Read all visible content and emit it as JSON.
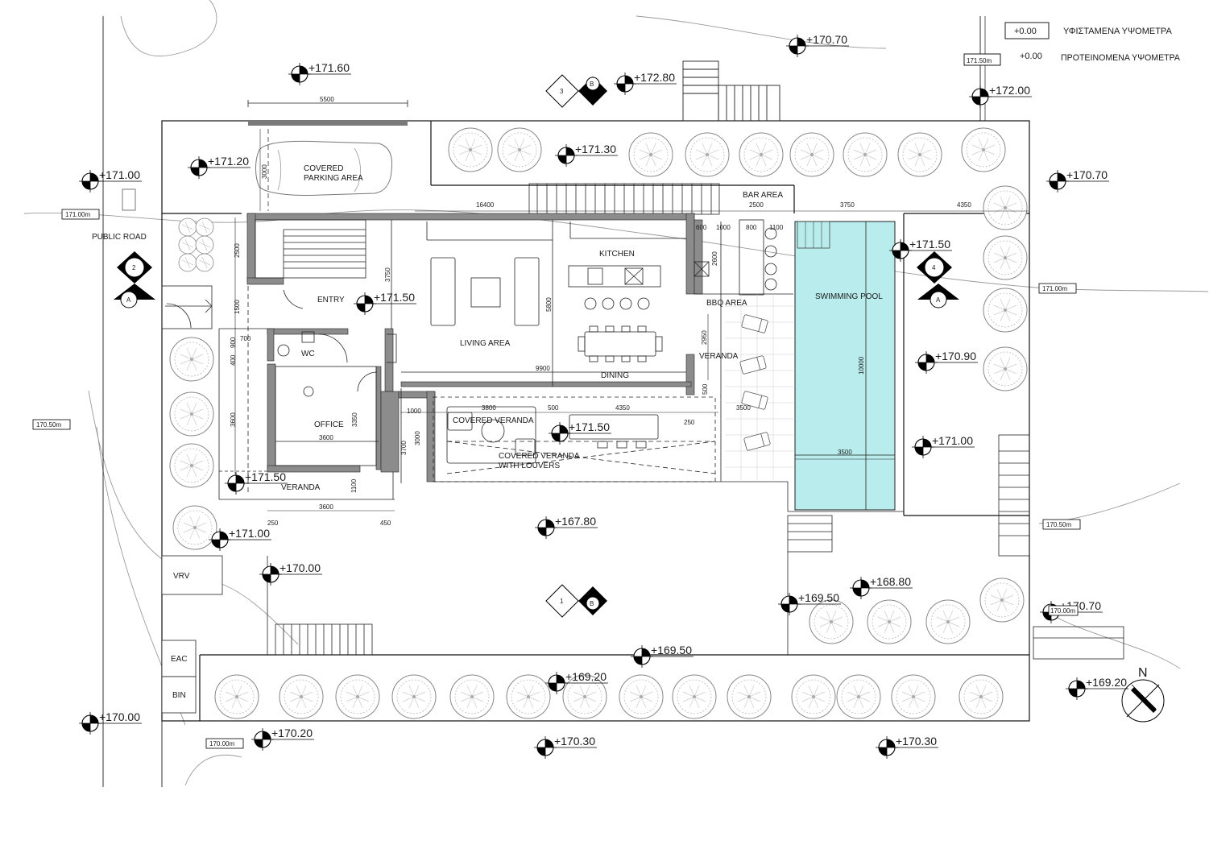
{
  "legend": {
    "existing_box": "+0.00",
    "existing_label": "ΥΦΙΣΤΑΜΕΝΑ ΥΨΟΜΕΤΡΑ",
    "proposed_box": "171.50m",
    "proposed_value": "+0.00",
    "proposed_label": "ΠΡΟΤΕΙΝΟΜΕΝΑ ΥΨΟΜΕΤΡΑ"
  },
  "rooms": {
    "covered_parking_1": "COVERED",
    "covered_parking_2": "PARKING AREA",
    "entry": "ENTRY",
    "living": "LIVING AREA",
    "kitchen": "KITCHEN",
    "dining": "DINING",
    "bar": "BAR AREA",
    "bbq": "BBQ AREA",
    "veranda_east": "VERANDA",
    "wc": "WC",
    "office": "OFFICE",
    "covered_veranda": "COVERED VERANDA",
    "louvers_1": "COVERED VERANDA",
    "louvers_2": "WITH LOUVERS",
    "veranda_south": "VERANDA",
    "pool": "SWIMMING POOL",
    "public_road": "PUBLIC ROAD",
    "vrv": "VRV",
    "eac": "EAC",
    "bin": "BIN"
  },
  "levels": {
    "l1": "+170.70",
    "l2": "+171.60",
    "l3": "+172.80",
    "l4": "+172.00",
    "l5": "+171.20",
    "l6": "+171.30",
    "l7": "+171.00",
    "l8": "+170.70",
    "l9": "+171.50",
    "l10": "+171.50",
    "l11": "+170.90",
    "l12": "+171.50",
    "l13": "+171.50",
    "l14": "+171.00",
    "l15": "+167.80",
    "l16": "+171.00",
    "l17": "+170.00",
    "l18": "+168.80",
    "l19": "+169.50",
    "l20": "+170.70",
    "l21": "+169.50",
    "l22": "+169.20",
    "l23": "+169.20",
    "l24": "+170.00",
    "l25": "+170.20",
    "l26": "+170.30",
    "l27": "+170.30"
  },
  "contours": {
    "c1": "171.00m",
    "c2": "171.00m",
    "c3": "170.50m",
    "c4": "170.50m",
    "c5": "170.00m",
    "c6": "170.00m"
  },
  "dims": {
    "d5500": "5500",
    "d3000a": "3000",
    "d16400": "16400",
    "d3750a": "3750",
    "d4350a": "4350",
    "d2500a": "2500",
    "d600": "600",
    "d1000a": "1000",
    "d800": "800",
    "d1100a": "1100",
    "d2500b": "2500",
    "d3750b": "3750",
    "d1500": "1500",
    "d5800": "5800",
    "d2600": "2600",
    "d2950": "2950",
    "d700": "700",
    "d900": "900",
    "d400": "400",
    "d9900": "9900",
    "d500a": "500",
    "d3800": "3800",
    "d500b": "500",
    "d4350b": "4350",
    "d250a": "250",
    "d3500a": "3500",
    "d1000b": "1000",
    "d3600a": "3600",
    "d3350": "3350",
    "d3000b": "3000",
    "d3700": "3700",
    "d3600b": "3600",
    "d1100b": "1100",
    "d3600c": "3600",
    "d250b": "250",
    "d450": "450",
    "d10000": "10000",
    "d3500b": "3500"
  },
  "sections": {
    "s3": "3",
    "sB1": "B",
    "s2": "2",
    "sA1": "A",
    "s4": "4",
    "sA2": "A",
    "s1": "1",
    "sB2": "B"
  },
  "north": "N",
  "colors": {
    "pool": "#b9ecec",
    "wall": "#8c8c8c",
    "line": "#1a1a1a"
  }
}
